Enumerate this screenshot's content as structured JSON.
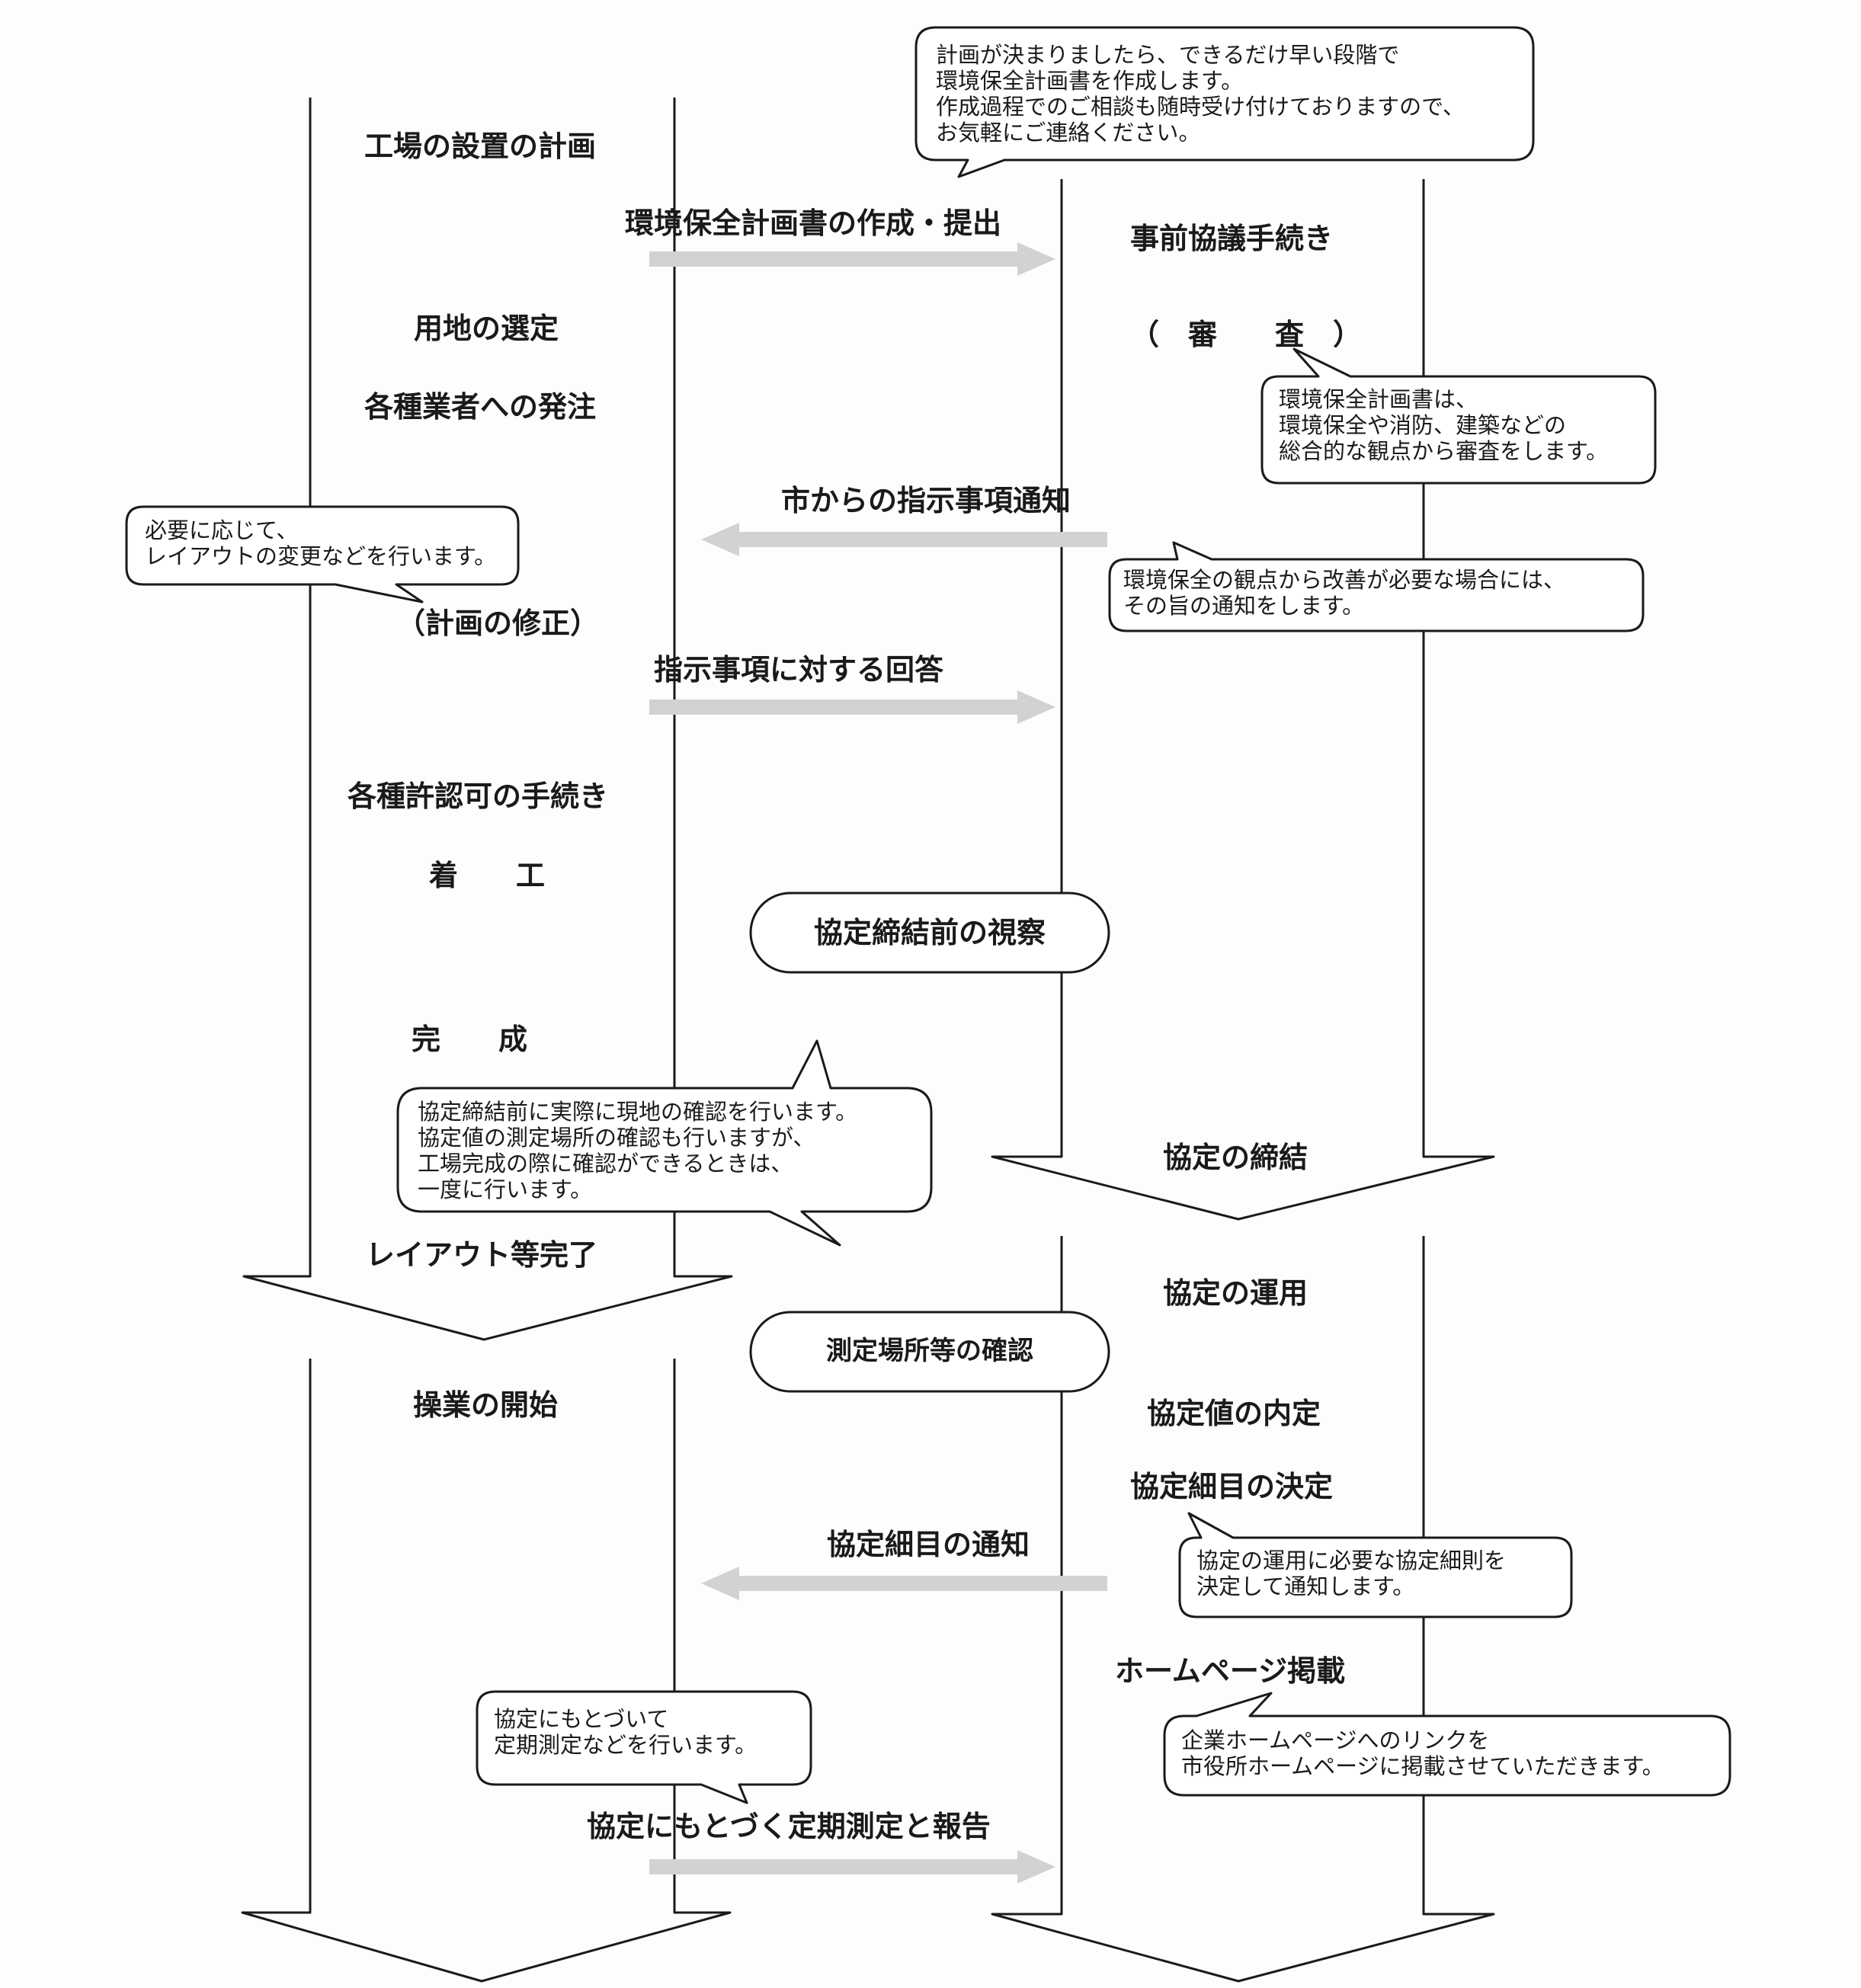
{
  "left_column": {
    "plan": "工場の設置の計画",
    "site_selection": "用地の選定",
    "order": "各種業者への発注",
    "revision": "（計画の修正）",
    "permits": "各種許認可の手続き",
    "construction": "着　　工",
    "completion": "完　　成",
    "layout_done": "レイアウト等完了",
    "operation_start": "操業の開始"
  },
  "right_column": {
    "prior_consultation": "事前協議手続き",
    "review": "（　審　　査　）",
    "agreement_signing": "協定の締結",
    "agreement_operation": "協定の運用",
    "value_tentative": "協定値の内定",
    "details_decision": "協定細目の決定",
    "homepage": "ホームページ掲載"
  },
  "flows": {
    "submit_plan": "環境保全計画書の作成・提出",
    "instruction_notice": "市からの指示事項通知",
    "response": "指示事項に対する回答",
    "details_notice": "協定細目の通知",
    "periodic_report": "協定にもとづく定期測定と報告"
  },
  "pills": {
    "inspection": "協定締結前の視察",
    "measure_check": "測定場所等の確認"
  },
  "notes": {
    "top": [
      "計画が決まりましたら、できるだけ早い段階で",
      "環境保全計画書を作成します。",
      "作成過程でのご相談も随時受け付けておりますので、",
      "お気軽にご連絡ください。"
    ],
    "review": [
      "環境保全計画書は、",
      "環境保全や消防、建築などの",
      "総合的な観点から審査をします。"
    ],
    "layout": [
      "必要に応じて、",
      "レイアウトの変更などを行います。"
    ],
    "improve": [
      "環境保全の観点から改善が必要な場合には、",
      "その旨の通知をします。"
    ],
    "site": [
      "協定締結前に実際に現地の確認を行います。",
      "協定値の測定場所の確認も行いますが、",
      "工場完成の際に確認ができるときは、",
      "一度に行います。"
    ],
    "details": [
      "協定の運用に必要な協定細則を",
      "決定して通知します。"
    ],
    "periodic": [
      "協定にもとづいて",
      "定期測定などを行います。"
    ],
    "homepage": [
      "企業ホームページへのリンクを",
      "市役所ホームページに掲載させていただきます。"
    ]
  },
  "colors": {
    "line": "#1a1a1a",
    "flow_arrow": "#d2d2d2",
    "text": "#1a1a1a"
  }
}
